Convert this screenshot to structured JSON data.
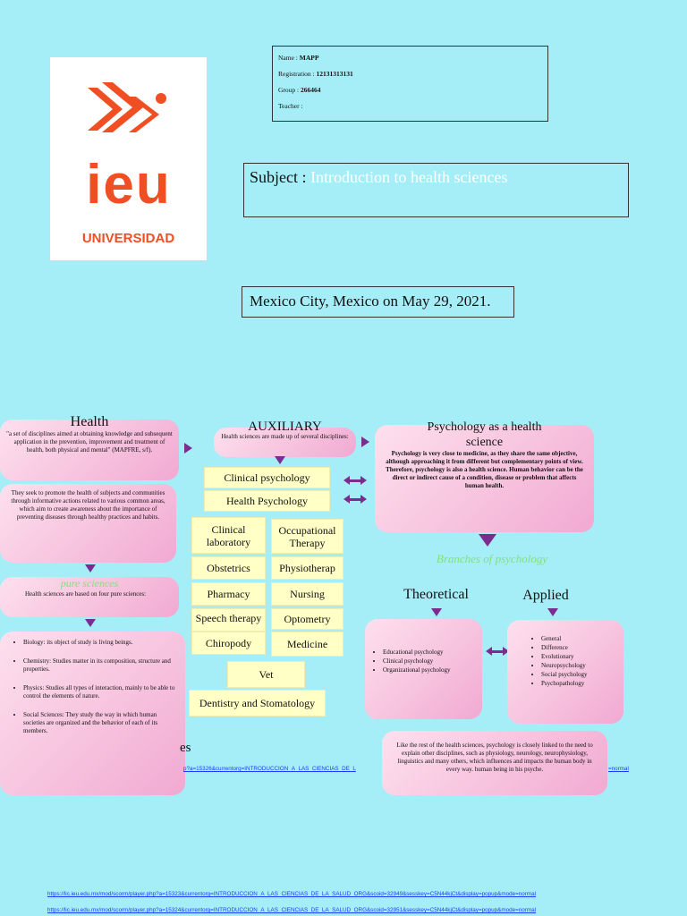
{
  "header": {
    "logo_text": "ieu",
    "logo_sub": "UNIVERSIDAD",
    "info": [
      {
        "label": "Name :",
        "value": "MAPP"
      },
      {
        "label": "Registration :",
        "value": "12131313131"
      },
      {
        "label": "Group :",
        "value": "266464"
      },
      {
        "label": "Teacher :",
        "value": ""
      }
    ],
    "subject_label": "Subject :",
    "subject_value": "Introduction to health sciences",
    "place": "Mexico City, Mexico on May 29, 2021."
  },
  "health": {
    "title": "Health",
    "definition": "\"a set of disciplines aimed at obtaining knowledge and subsequent application in the prevention, improvement and treatment of health, both physical and mental\" (MAPFRE, s/f).",
    "purpose": "They seek to promote the health of subjects and communities through informative actions related to various common areas, which aim to create awareness about the importance of preventing diseases through healthy practices and habits.",
    "pure_title": "pure sciences",
    "pure_text": "Health sciences are based on four pure sciences:",
    "pure_list": [
      "Biology: its object of study is living beings.",
      "Chemistry: Studies matter in its composition, structure and properties.",
      "Physics: Studies all types of interaction, mainly to be able to control the elements of nature.",
      "Social Sciences: They study the way in which human societies are organized and the behavior of each of its members."
    ],
    "hidden_heading_fragment": "es"
  },
  "auxiliary": {
    "title": "AUXILIARY",
    "subtitle": "Health sciences are made up of several disciplines:",
    "items": {
      "clinical_psychology": "Clinical psychology",
      "health_psychology": "Health Psychology",
      "clinical_laboratory": "Clinical laboratory",
      "occupational_therapy": "Occupational Therapy",
      "obstetrics": "Obstetrics",
      "physiotherapy": "Physiotherap",
      "pharmacy": "Pharmacy",
      "nursing": "Nursing",
      "speech": "Speech therapy",
      "optometry": "Optometry",
      "chiropody": "Chiropody",
      "medicine": "Medicine",
      "vet": "Vet",
      "dentistry": "Dentistry and Stomatology"
    }
  },
  "psychology": {
    "title": "Psychology as a health science",
    "text": "Psychology is very close to medicine, as they share the same objective, although approaching it from different but complementary points of view. Therefore, psychology is also a health science. Human behavior can be the direct or indirect cause of a condition, disease or problem that affects human health.",
    "branches_title": "Branches of psychology",
    "theoretical_title": "Theoretical",
    "applied_title": "Applied",
    "theoretical_list": [
      "Educational psychology",
      "Clinical psychology",
      "Organizational psychology"
    ],
    "applied_list": [
      "General",
      "Difference",
      "Evolutionary",
      "Neuropsychology",
      "Social psychology",
      "Psychopathology"
    ],
    "closing": "Like the rest of the health sciences, psychology is closely linked to the need to explain other disciplines, such as physiology, neurology, neurophysiology, linguistics and many others, which influences and impacts the human body in every way. human being in his psyche."
  },
  "links": {
    "mid_left": "p?a=15326&currentorg=INTRODUCCIÓN_A_LAS_CIENCIAS_DE_L",
    "mid_right": "=normal",
    "bottom_1": "https://lic.ieu.edu.mx/mod/scorm/player.php?a=15323&currentorg=INTRODUCCIÓN_A_LAS_CIENCIAS_DE_LA_SALUD_ORG&scoid=32949&sesskey=C5N44kjCt&display=popup&mode=normal",
    "bottom_2": "https://lic.ieu.edu.mx/mod/scorm/player.php?a=15324&currentorg=INTRODUCCIÓN_A_LAS_CIENCIAS_DE_LA_SALUD_ORG&scoid=32951&sesskey=C5N44kjCt&display=popup&mode=normal"
  },
  "colors": {
    "background": "#a6eef7",
    "logo_orange": "#f04e23",
    "arrow": "#7b2d8f",
    "branches": "#7fe07f"
  }
}
